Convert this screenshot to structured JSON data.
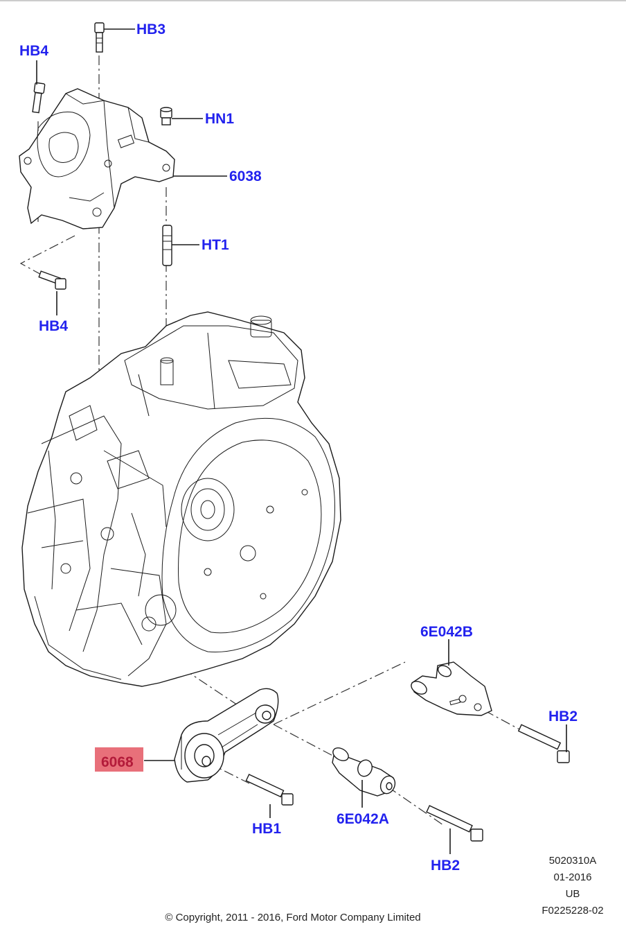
{
  "callouts": {
    "hb3": "HB3",
    "hb4_top": "HB4",
    "hn1": "HN1",
    "p6038": "6038",
    "ht1": "HT1",
    "hb4_bottom": "HB4",
    "p6e042b": "6E042B",
    "hb2_right": "HB2",
    "p6068": "6068",
    "hb1": "HB1",
    "p6e042a": "6E042A",
    "hb2_bottom": "HB2"
  },
  "highlight": {
    "label": "6068",
    "color": "#e8707a"
  },
  "colors": {
    "callout": "#2222ee",
    "highlight_text": "#b31b3a"
  },
  "meta": {
    "code": "5020310A",
    "date": "01-2016",
    "variant": "UB",
    "figure": "F0225228-02"
  },
  "copyright": "© Copyright, 2011 - 2016, Ford Motor Company Limited"
}
